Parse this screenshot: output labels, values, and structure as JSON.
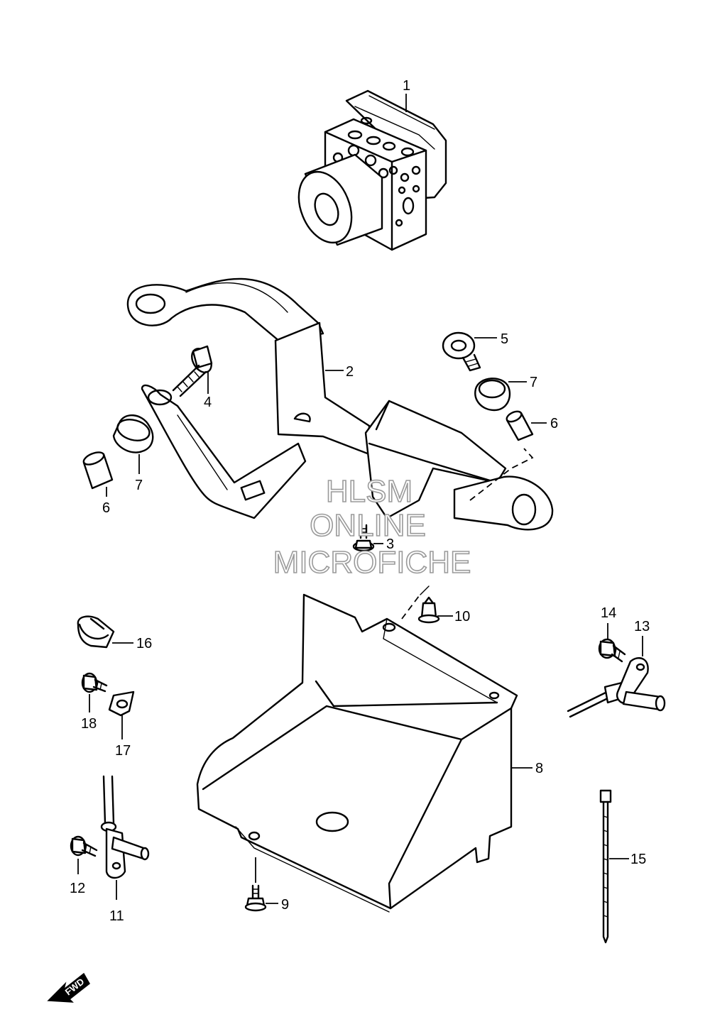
{
  "watermark": {
    "line1": "HLSM",
    "line2": "ONLINE",
    "line3": "MICROFICHE"
  },
  "direction_arrow": {
    "label": "FWD",
    "icon": "fwd-arrow-icon"
  },
  "callouts": {
    "c1": "1",
    "c2": "2",
    "c3": "3",
    "c4": "4",
    "c5": "5",
    "c6a": "6",
    "c6b": "6",
    "c7a": "7",
    "c7b": "7",
    "c8": "8",
    "c9": "9",
    "c10": "10",
    "c11": "11",
    "c12": "12",
    "c13": "13",
    "c14": "14",
    "c15": "15",
    "c16": "16",
    "c17": "17",
    "c18": "18"
  },
  "parts": [
    {
      "ref": "1",
      "icon": "abs-hydraulic-unit-icon"
    },
    {
      "ref": "2",
      "icon": "bracket-icon"
    },
    {
      "ref": "3",
      "icon": "bolt-icon"
    },
    {
      "ref": "4",
      "icon": "bolt-icon"
    },
    {
      "ref": "5",
      "icon": "bolt-icon"
    },
    {
      "ref": "6",
      "icon": "collar-icon"
    },
    {
      "ref": "7",
      "icon": "cushion-icon"
    },
    {
      "ref": "8",
      "icon": "tray-icon"
    },
    {
      "ref": "9",
      "icon": "bolt-icon"
    },
    {
      "ref": "10",
      "icon": "clip-icon"
    },
    {
      "ref": "11",
      "icon": "sensor-icon"
    },
    {
      "ref": "12",
      "icon": "bolt-icon"
    },
    {
      "ref": "13",
      "icon": "sensor-icon"
    },
    {
      "ref": "14",
      "icon": "bolt-icon"
    },
    {
      "ref": "15",
      "icon": "cable-tie-icon"
    },
    {
      "ref": "16",
      "icon": "clamp-icon"
    },
    {
      "ref": "17",
      "icon": "nut-icon"
    },
    {
      "ref": "18",
      "icon": "bolt-icon"
    }
  ]
}
